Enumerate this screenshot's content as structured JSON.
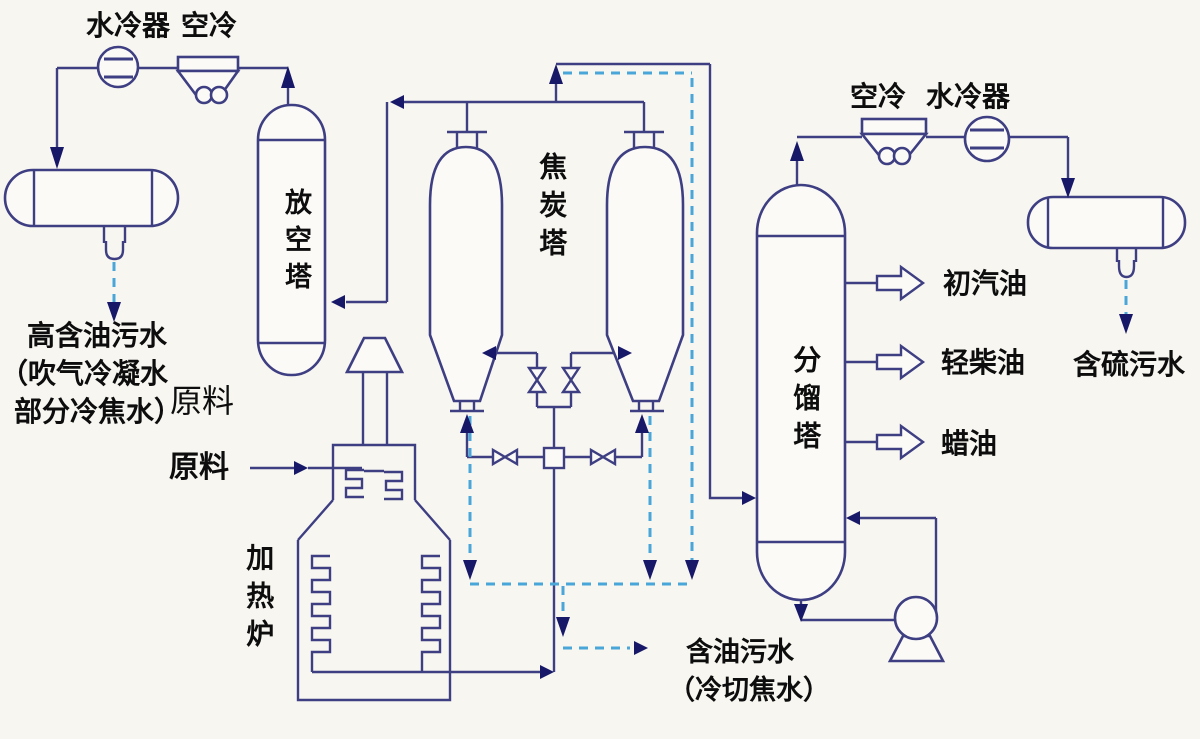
{
  "colors": {
    "line": "#3e3e82",
    "arrow": "#181868",
    "dashed_water": "#4aa6d9",
    "text": "#0d0d0d",
    "background": "#f7f6f1",
    "shape_fill": "#fbfaf7"
  },
  "equipment": {
    "left_water_cooler": "水冷器",
    "left_air_cooler": "空冷",
    "vent_tower": "放空塔",
    "coke_tower": "焦炭塔",
    "fractionator": "分馏塔",
    "heater": "加热炉",
    "right_air_cooler": "空冷",
    "right_water_cooler": "水冷器"
  },
  "streams": {
    "feed_overlay": "原料",
    "feed": "原料",
    "high_oily_water_line1": "高含油污水",
    "high_oily_water_line2": "（吹气冷凝水",
    "high_oily_water_line3": "部分冷焦水）",
    "naphtha": "初汽油",
    "light_diesel": "轻柴油",
    "wax_oil": "蜡油",
    "sour_water": "含硫污水",
    "oily_water_line1": "含油污水",
    "oily_water_line2": "（冷切焦水）"
  }
}
